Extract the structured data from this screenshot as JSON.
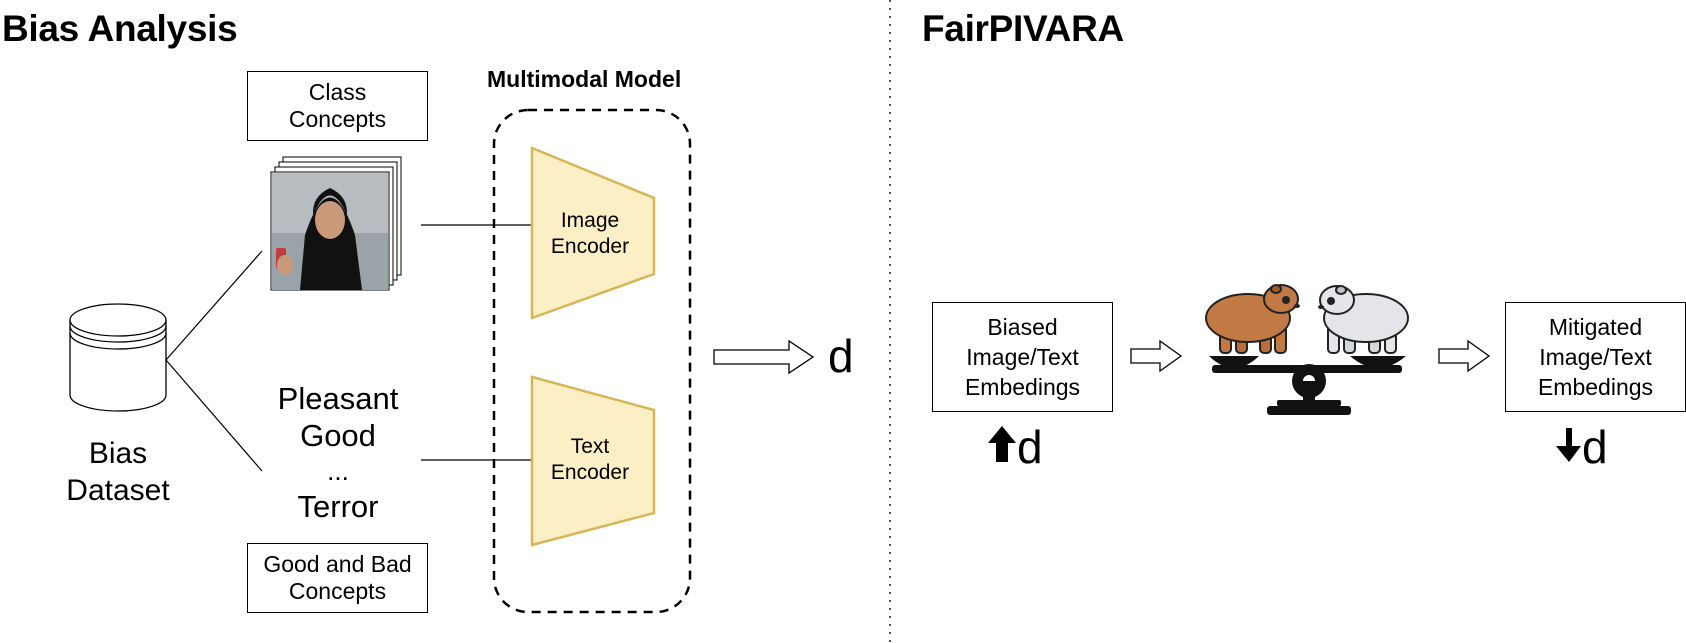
{
  "left_title": "Bias Analysis",
  "right_title": "FairPIVARA",
  "class_concepts_box": [
    "Class",
    "Concepts"
  ],
  "model_label": "Multimodal Model",
  "image_encoder": [
    "Image",
    "Encoder"
  ],
  "text_encoder": [
    "Text",
    "Encoder"
  ],
  "dataset_label": [
    "Bias",
    "Dataset"
  ],
  "word_list": [
    "Pleasant",
    "Good",
    "...",
    "Terror"
  ],
  "good_bad_box": [
    "Good and Bad",
    "Concepts"
  ],
  "distance_symbol": "d",
  "biased_box": [
    "Biased",
    "Image/Text",
    "Embedings"
  ],
  "biased_indicator": "d",
  "mitigated_box": [
    "Mitigated",
    "Image/Text",
    "Embedings"
  ],
  "mitigated_indicator": "d",
  "colors": {
    "encoder_fill": "#FCEFC6",
    "encoder_stroke": "#D6B656",
    "capybara_brown": "#C27A45",
    "capybara_gray": "#E3E5E8",
    "line": "#000000"
  }
}
